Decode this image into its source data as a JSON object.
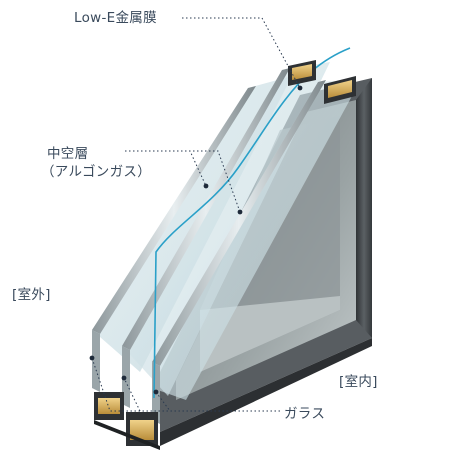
{
  "labels": {
    "low_e_film": "Low-E金属膜",
    "hollow_layer_line1": "中空層",
    "hollow_layer_line2": "（アルゴンガス）",
    "outdoor": "[室外]",
    "indoor": "[室内]",
    "glass": "ガラス"
  },
  "colors": {
    "background": "#ffffff",
    "label_text": "#3a4a5c",
    "leader_line": "#2a3a50",
    "low_e_coating": "#2aa0c8",
    "glass_pane": "#c9dde3",
    "frame_dark": "#3e4246",
    "spacer_gold": "#d9b45c"
  }
}
